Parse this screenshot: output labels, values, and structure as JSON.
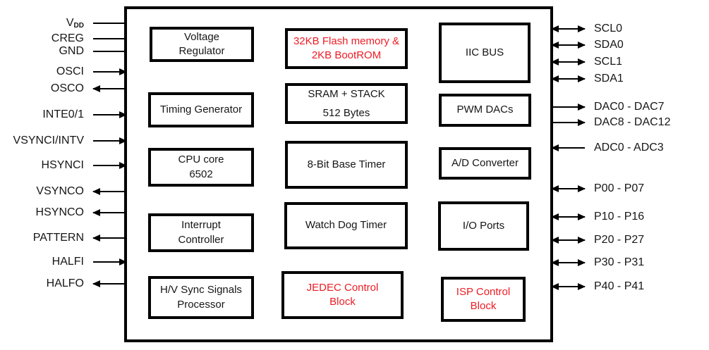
{
  "diagram_type": "microcontroller-block-diagram",
  "colors": {
    "accent_red": "#ed1c24",
    "line_black": "#000000",
    "background": "#ffffff"
  },
  "blocks": {
    "col1": [
      {
        "label": "Voltage\nRegulator",
        "color": "black"
      },
      {
        "label": "Timing Generator",
        "color": "black"
      },
      {
        "label": "CPU core\n6502",
        "color": "black"
      },
      {
        "label": "Interrupt\nController",
        "color": "black"
      },
      {
        "label": "H/V Sync Signals\nProcessor",
        "color": "black"
      }
    ],
    "col2": [
      {
        "label": "32KB Flash memory &\n2KB BootROM",
        "color": "red"
      },
      {
        "label": "SRAM + STACK\n512 Bytes",
        "color": "black"
      },
      {
        "label": "8-Bit Base Timer",
        "color": "black"
      },
      {
        "label": "Watch Dog Timer",
        "color": "black"
      },
      {
        "label": "JEDEC Control\nBlock",
        "color": "red"
      }
    ],
    "col3": [
      {
        "label": "IIC BUS",
        "color": "black"
      },
      {
        "label": "PWM DACs",
        "color": "black"
      },
      {
        "label": "A/D Converter",
        "color": "black"
      },
      {
        "label": "I/O Ports",
        "color": "black"
      },
      {
        "label": "ISP Control\nBlock",
        "color": "red"
      }
    ]
  },
  "pins": {
    "left": [
      {
        "label": "V",
        "sub": "DD",
        "direction": "plain"
      },
      {
        "label": "CREG",
        "direction": "plain"
      },
      {
        "label": "GND",
        "direction": "plain"
      },
      {
        "label": "OSCI",
        "direction": "in"
      },
      {
        "label": "OSCO",
        "direction": "out"
      },
      {
        "label": "INTE0/1",
        "direction": "in"
      },
      {
        "label": "VSYNCI/INTV",
        "direction": "in"
      },
      {
        "label": "HSYNCI",
        "direction": "in"
      },
      {
        "label": "VSYNCO",
        "direction": "out"
      },
      {
        "label": "HSYNCO",
        "direction": "out"
      },
      {
        "label": "PATTERN",
        "direction": "out"
      },
      {
        "label": "HALFI",
        "direction": "in"
      },
      {
        "label": "HALFO",
        "direction": "out"
      }
    ],
    "right": [
      {
        "label": "SCL0",
        "direction": "bidirectional"
      },
      {
        "label": "SDA0",
        "direction": "bidirectional"
      },
      {
        "label": "SCL1",
        "direction": "bidirectional"
      },
      {
        "label": "SDA1",
        "direction": "bidirectional"
      },
      {
        "label": "DAC0 - DAC7",
        "direction": "out"
      },
      {
        "label": "DAC8 - DAC12",
        "direction": "out"
      },
      {
        "label": "ADC0 - ADC3",
        "direction": "in"
      },
      {
        "label": "P00 - P07",
        "direction": "bidirectional"
      },
      {
        "label": "P10 - P16",
        "direction": "bidirectional"
      },
      {
        "label": "P20 - P27",
        "direction": "bidirectional"
      },
      {
        "label": "P30 - P31",
        "direction": "bidirectional"
      },
      {
        "label": "P40 - P41",
        "direction": "bidirectional"
      }
    ]
  }
}
